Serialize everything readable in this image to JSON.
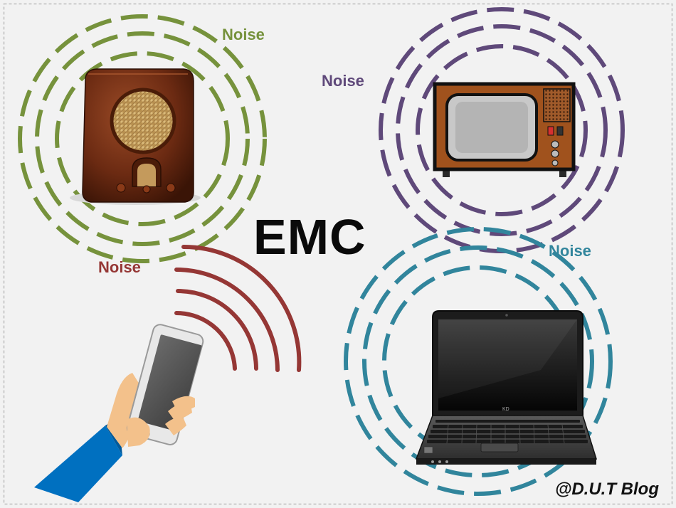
{
  "title": "EMC",
  "watermark": "@D.U.T Blog",
  "noise_labels": {
    "radio": "Noise",
    "tv": "Noise",
    "phone": "Noise",
    "laptop": "Noise"
  },
  "laptop_brand": "KD",
  "colors": {
    "background": "#f2f2f2",
    "frame": "#bdbdbd",
    "radio_noise": "#76923c",
    "tv_noise": "#5f497a",
    "phone_noise": "#953735",
    "laptop_noise": "#31859c",
    "title": "#0a0a0a"
  },
  "icons": {
    "radio": "vintage-radio-icon",
    "tv": "retro-television-icon",
    "phone": "hand-holding-smartphone-icon",
    "laptop": "laptop-icon"
  }
}
